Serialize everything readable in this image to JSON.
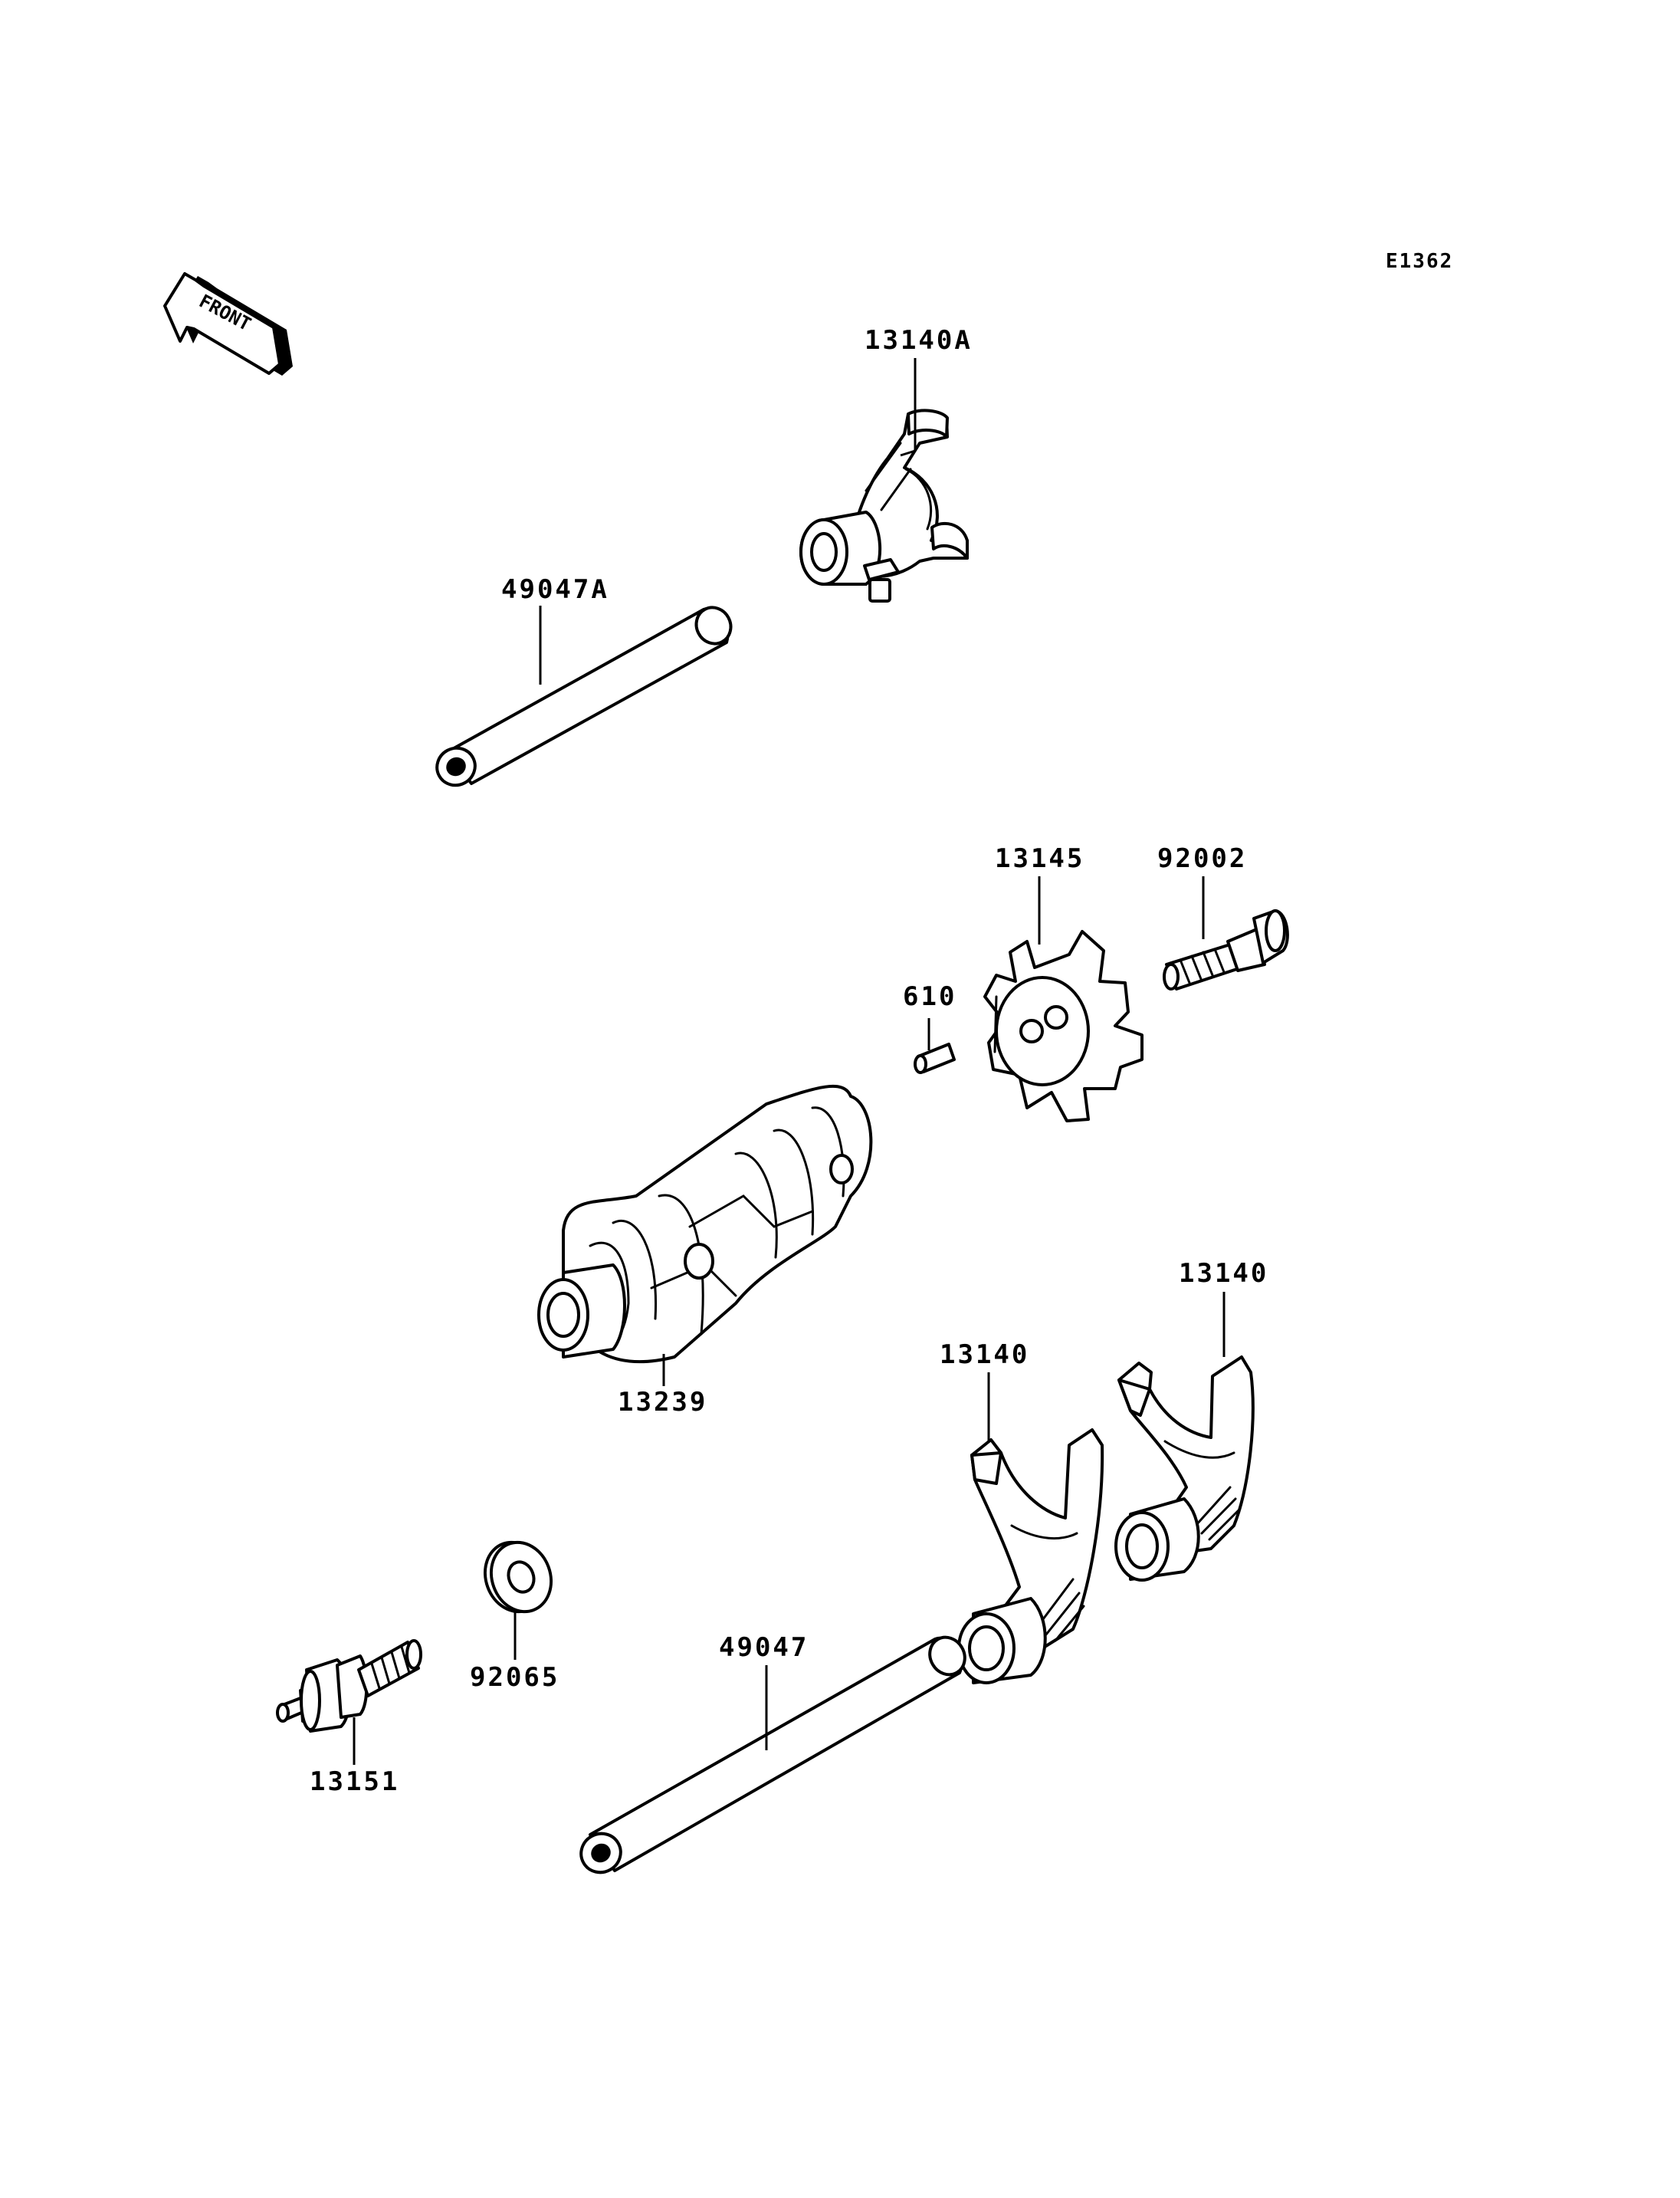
{
  "diagram": {
    "reference_code": "E1362",
    "front_marker": "FRONT",
    "parts": [
      {
        "id": "p-13140A",
        "label": "13140A"
      },
      {
        "id": "p-49047A",
        "label": "49047A"
      },
      {
        "id": "p-13145",
        "label": "13145"
      },
      {
        "id": "p-92002",
        "label": "92002"
      },
      {
        "id": "p-610",
        "label": "610"
      },
      {
        "id": "p-13239",
        "label": "13239"
      },
      {
        "id": "p-13140-right",
        "label": "13140"
      },
      {
        "id": "p-13140-left",
        "label": "13140"
      },
      {
        "id": "p-92065",
        "label": "92065"
      },
      {
        "id": "p-49047",
        "label": "49047"
      },
      {
        "id": "p-13151",
        "label": "13151"
      }
    ]
  }
}
